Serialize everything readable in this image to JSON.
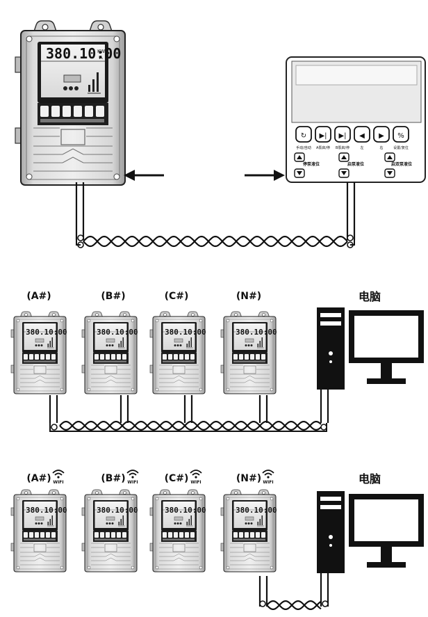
{
  "controller": {
    "lcd_value": "380.10:00",
    "lcd_unit_top": "KW",
    "lcd_unit_bottom": "A"
  },
  "remote_panel": {
    "button_labels": [
      "手动/自动",
      "A泵启/停",
      "B泵启/停",
      "左",
      "右",
      "设置/复位"
    ],
    "level_labels": [
      "停泵液位",
      "启泵液位",
      "启双泵液位"
    ]
  },
  "section2": {
    "device_labels": [
      "(A#)",
      "(B#)",
      "(C#)",
      "(N#)"
    ],
    "computer_label": "电脑"
  },
  "section3": {
    "device_labels": [
      "(A#)",
      "(B#)",
      "(C#)",
      "(N#)"
    ],
    "wifi_label": "WIFI",
    "computer_label": "电脑"
  }
}
